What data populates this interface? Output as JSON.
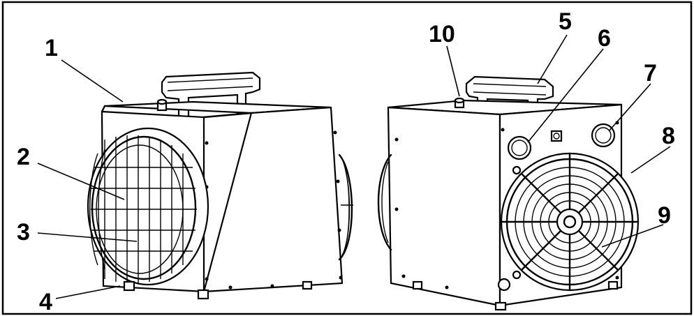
{
  "labels": [
    {
      "key": "1",
      "text": "1"
    },
    {
      "key": "2",
      "text": "2"
    },
    {
      "key": "3",
      "text": "3"
    },
    {
      "key": "4",
      "text": "4"
    },
    {
      "key": "5",
      "text": "5"
    },
    {
      "key": "6",
      "text": "6"
    },
    {
      "key": "7",
      "text": "7"
    },
    {
      "key": "8",
      "text": "8"
    },
    {
      "key": "9",
      "text": "9"
    },
    {
      "key": "10",
      "text": "10"
    }
  ],
  "colors": {
    "ink": "#000000",
    "paper": "#ffffff"
  }
}
